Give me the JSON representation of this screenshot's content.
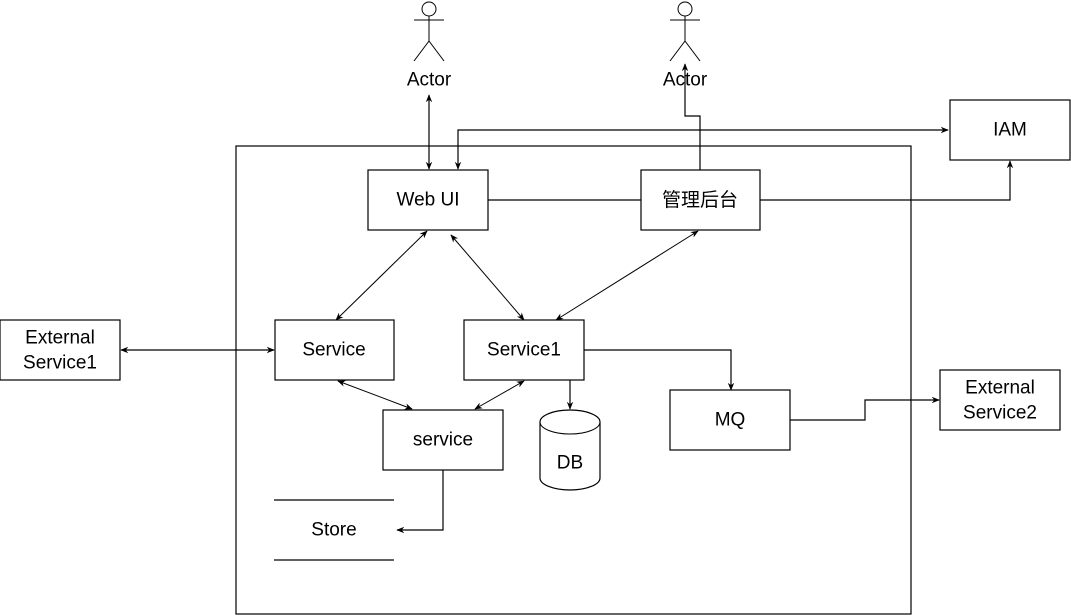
{
  "diagram": {
    "actors": [
      {
        "id": "actor-left",
        "label": "Actor"
      },
      {
        "id": "actor-right",
        "label": "Actor"
      }
    ],
    "nodes": {
      "web_ui": "Web UI",
      "admin": "管理后台",
      "iam": "IAM",
      "service": "Service",
      "service1": "Service1",
      "service_lower": "service",
      "db": "DB",
      "mq": "MQ",
      "store": "Store",
      "external1_line1": "External",
      "external1_line2": "Service1",
      "external2_line1": "External",
      "external2_line2": "Service2"
    },
    "edges": [
      {
        "from": "Actor (left)",
        "to": "Web UI",
        "type": "bidirectional"
      },
      {
        "from": "管理后台",
        "to": "Actor (right)",
        "type": "directed"
      },
      {
        "from": "Web UI",
        "to": "IAM",
        "type": "bidirectional"
      },
      {
        "from": "Web UI",
        "to": "管理后台",
        "type": "line"
      },
      {
        "from": "管理后台",
        "to": "IAM",
        "type": "directed"
      },
      {
        "from": "Web UI",
        "to": "Service",
        "type": "bidirectional"
      },
      {
        "from": "Web UI",
        "to": "Service1",
        "type": "bidirectional"
      },
      {
        "from": "管理后台",
        "to": "Service1",
        "type": "bidirectional"
      },
      {
        "from": "External Service1",
        "to": "Service",
        "type": "bidirectional"
      },
      {
        "from": "Service",
        "to": "service",
        "type": "bidirectional"
      },
      {
        "from": "Service1",
        "to": "service",
        "type": "bidirectional"
      },
      {
        "from": "Service1",
        "to": "DB",
        "type": "directed"
      },
      {
        "from": "Service1",
        "to": "MQ",
        "type": "directed"
      },
      {
        "from": "MQ",
        "to": "External Service2",
        "type": "directed"
      },
      {
        "from": "service",
        "to": "Store",
        "type": "directed"
      }
    ]
  }
}
